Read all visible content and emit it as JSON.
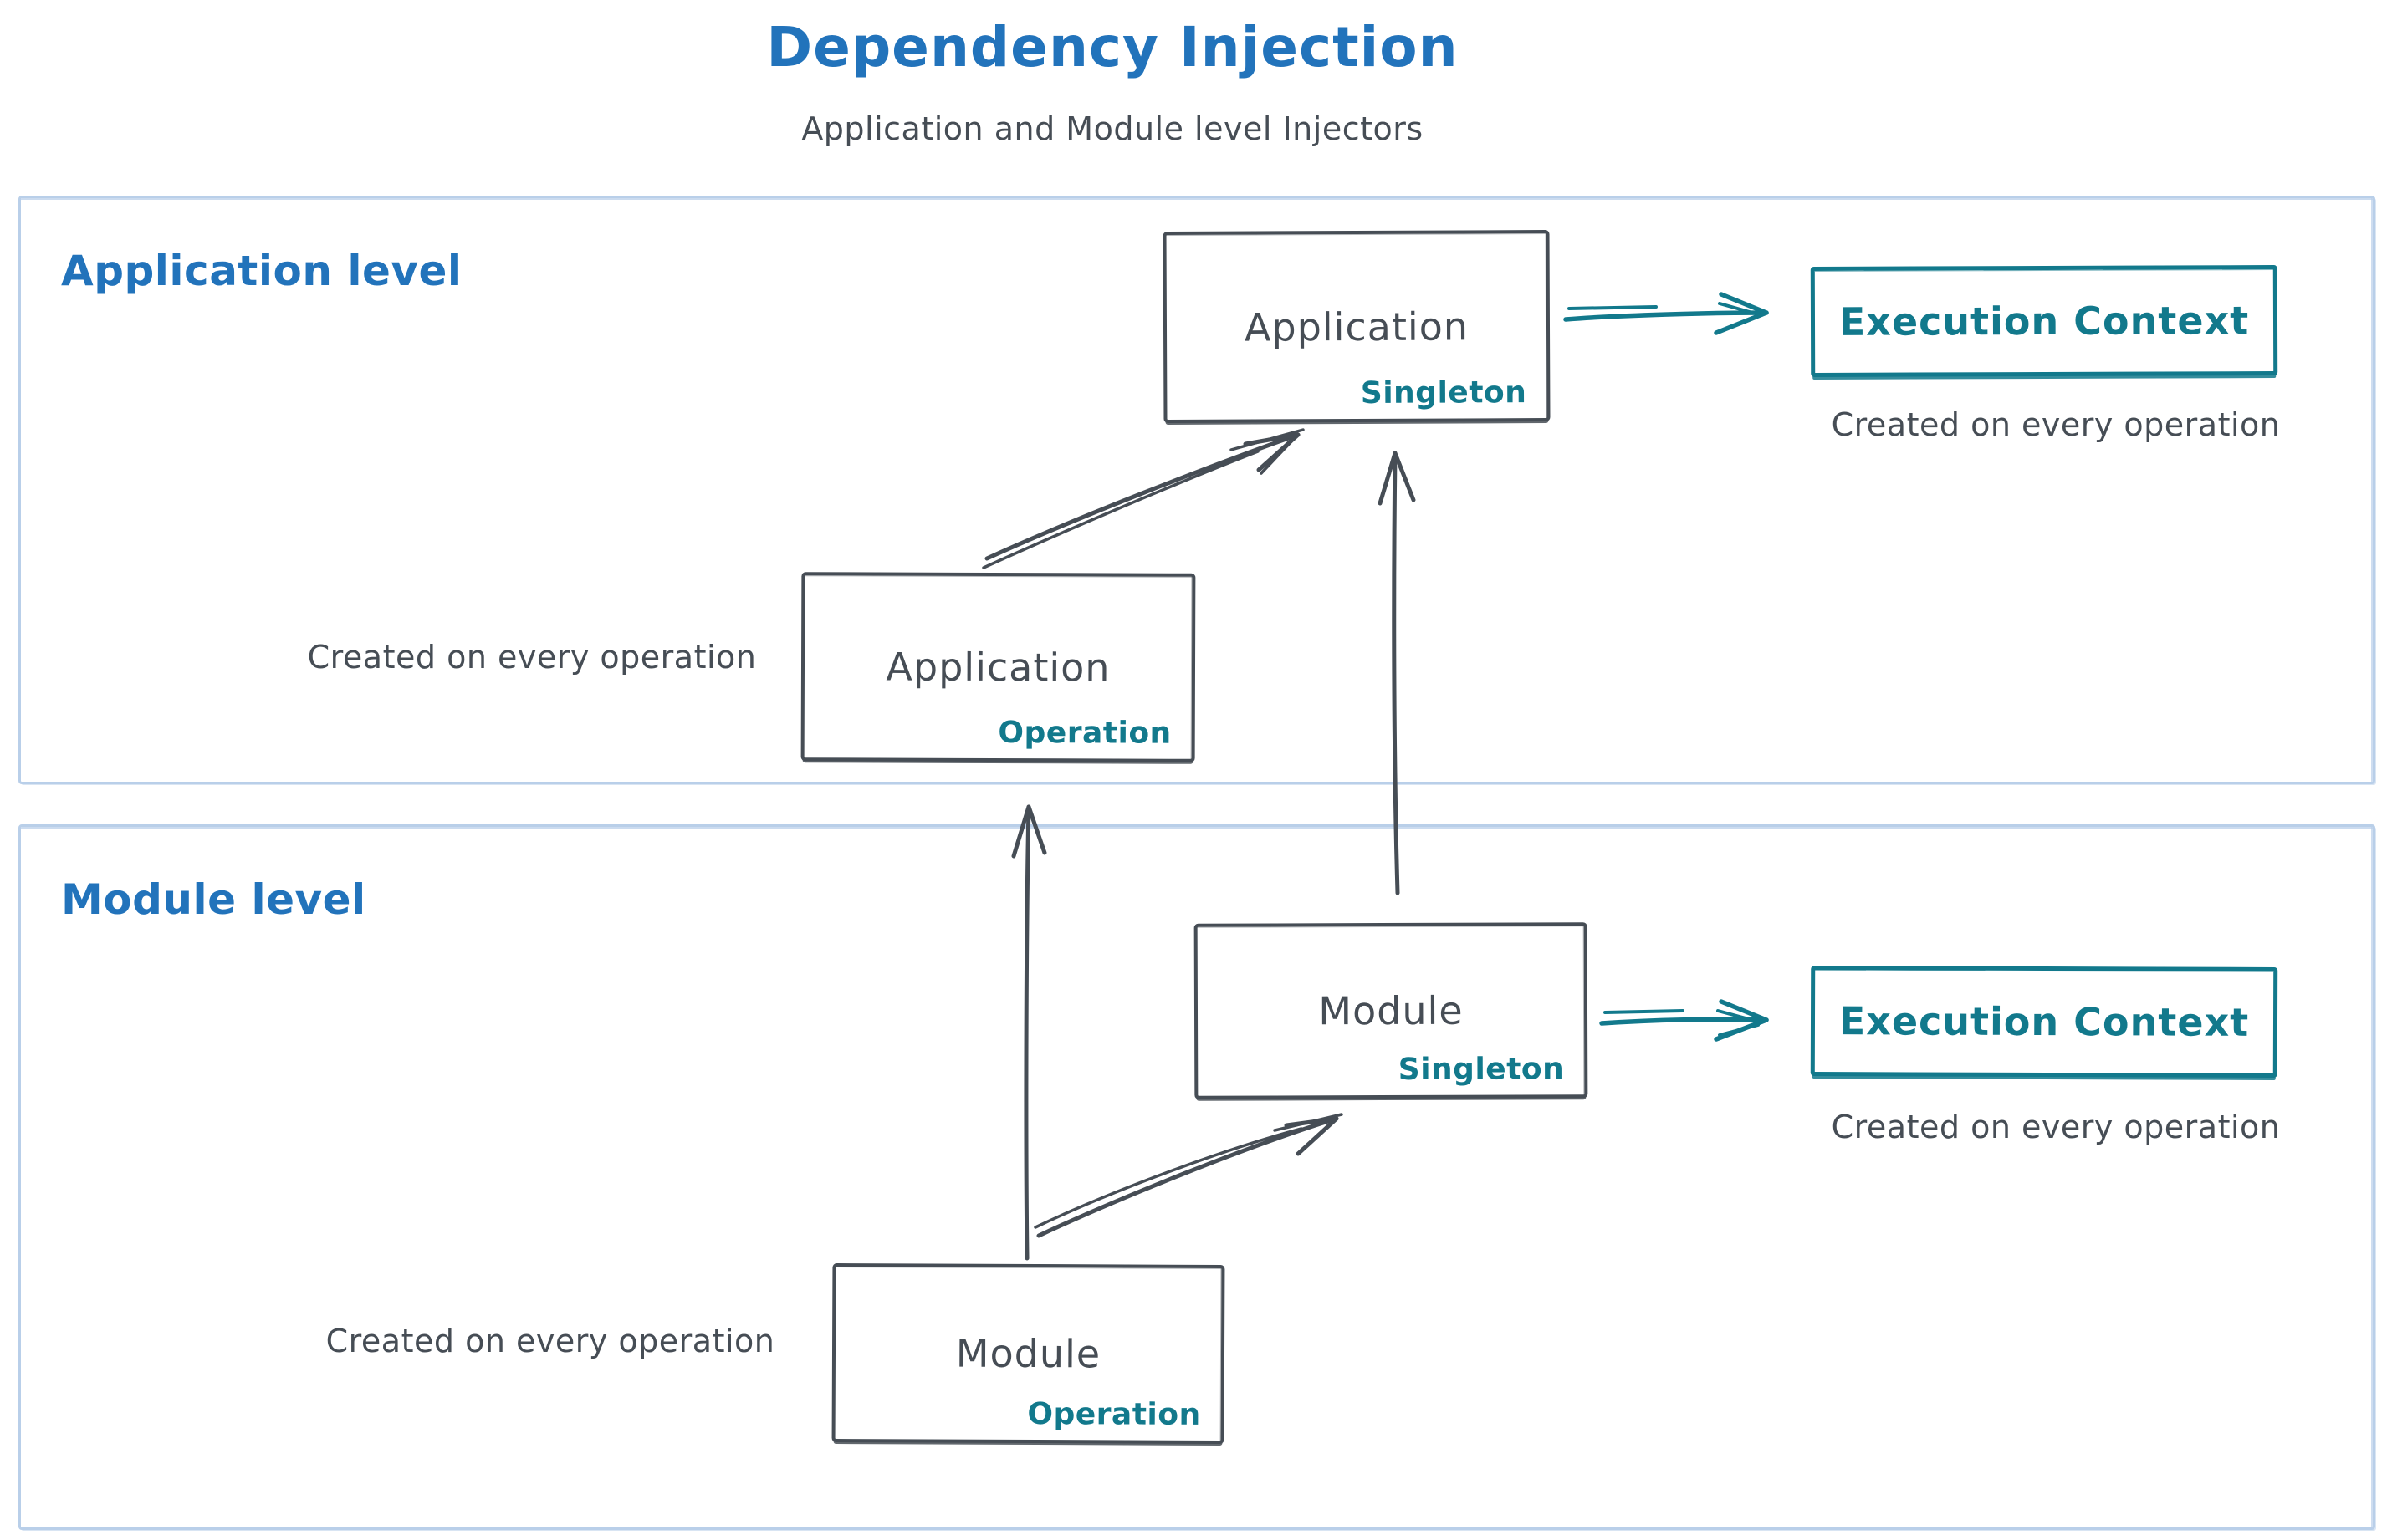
{
  "title": "Dependency Injection",
  "subtitle": "Application and Module level Injectors",
  "colors": {
    "blue": "#2273bb",
    "teal": "#12798c",
    "ink": "#464d55",
    "frame": "#b9cfe9"
  },
  "application_level": {
    "label": "Application level",
    "singleton_box": {
      "title": "Application",
      "badge": "Singleton"
    },
    "operation_box": {
      "title": "Application",
      "badge": "Operation"
    },
    "operation_caption": "Created on every operation",
    "execution_context": {
      "label": "Execution Context",
      "caption": "Created on every operation"
    }
  },
  "module_level": {
    "label": "Module level",
    "singleton_box": {
      "title": "Module",
      "badge": "Singleton"
    },
    "operation_box": {
      "title": "Module",
      "badge": "Operation"
    },
    "operation_caption": "Created on every operation",
    "execution_context": {
      "label": "Execution Context",
      "caption": "Created on every operation"
    }
  }
}
